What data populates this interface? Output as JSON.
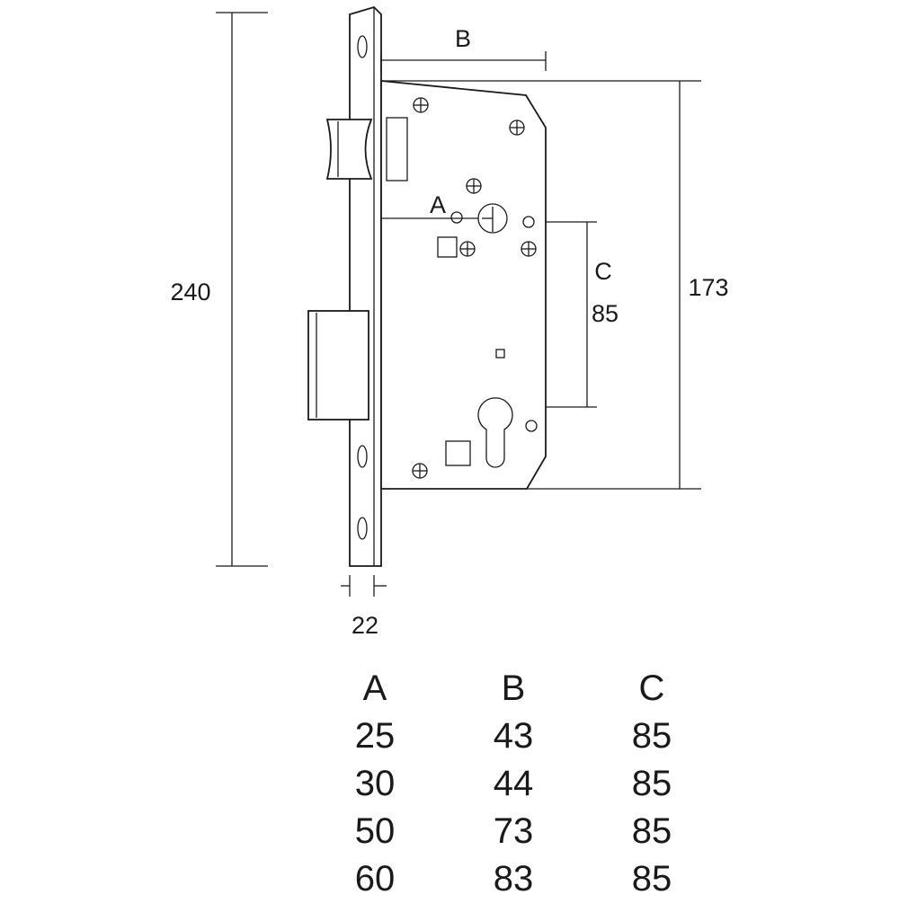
{
  "dimensions": {
    "overall_height": "240",
    "case_height": "173",
    "backset_label": "B",
    "offset_label": "A",
    "centre_label": "C",
    "centre_value": "85",
    "faceplate_width": "22"
  },
  "table": {
    "headers": [
      "A",
      "B",
      "C"
    ],
    "rows": [
      [
        "25",
        "43",
        "85"
      ],
      [
        "30",
        "44",
        "85"
      ],
      [
        "50",
        "73",
        "85"
      ],
      [
        "60",
        "83",
        "85"
      ]
    ]
  }
}
